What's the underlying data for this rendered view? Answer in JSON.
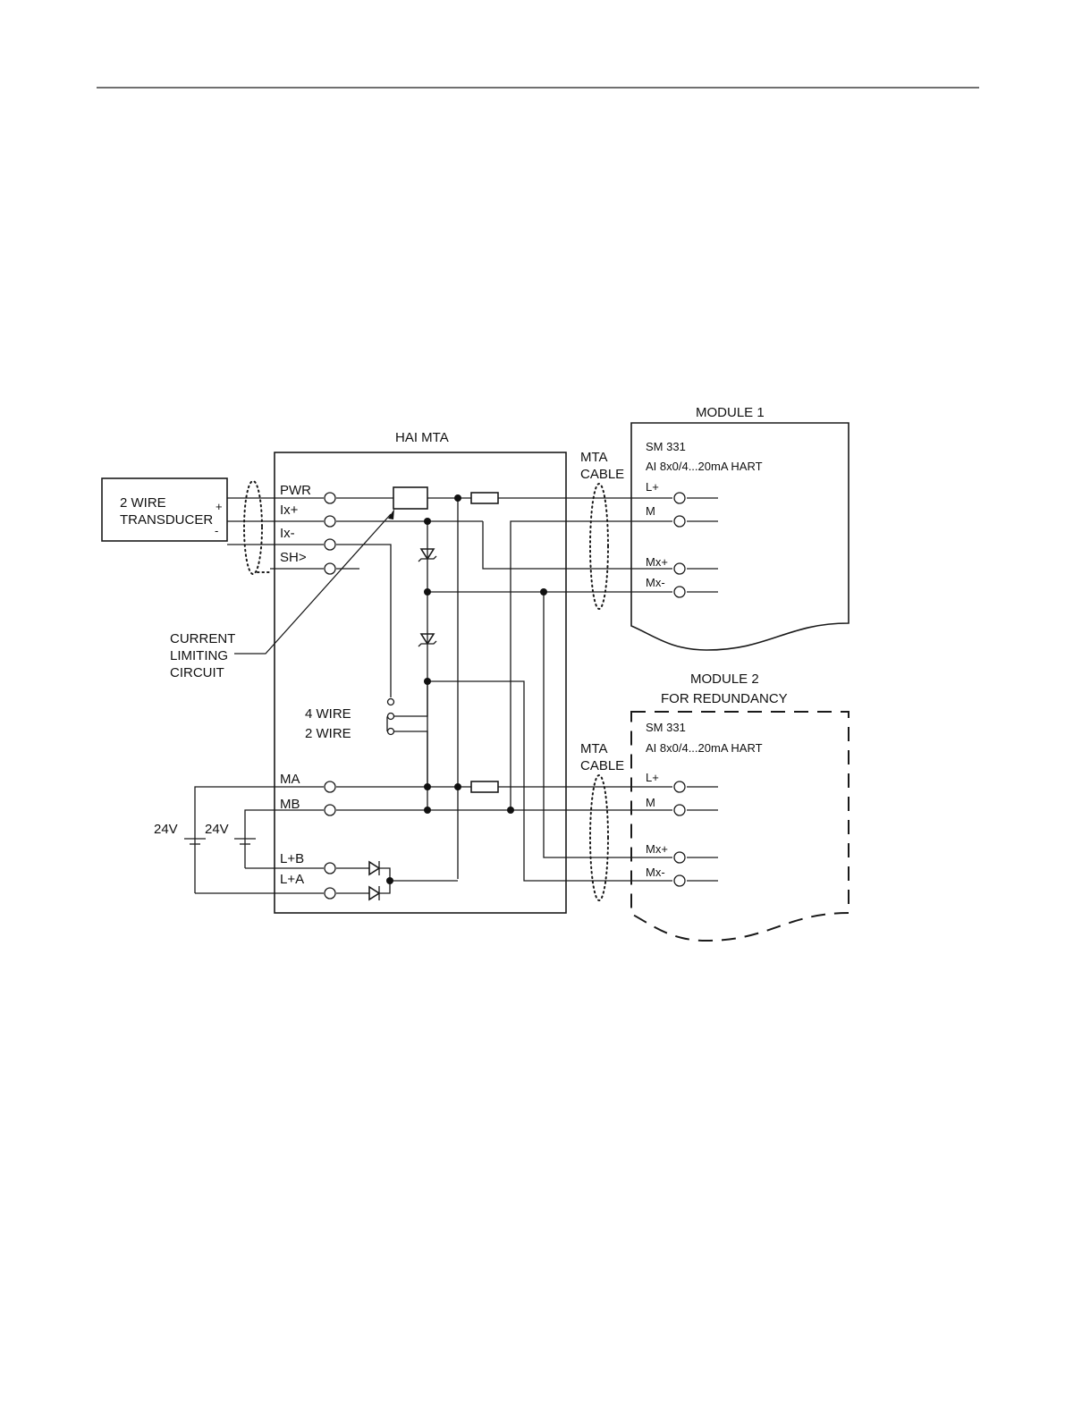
{
  "transducer": {
    "line1": "2 WIRE",
    "line2": "TRANSDUCER",
    "plus": "+",
    "minus": "-"
  },
  "hai_mta": {
    "title": "HAI MTA",
    "terminals": [
      "PWR",
      "Ix+",
      "Ix-",
      "SH>",
      "MA",
      "MB",
      "L+B",
      "L+A"
    ],
    "wire_mode": [
      "4 WIRE",
      "2 WIRE"
    ]
  },
  "current_limiting": [
    "CURRENT",
    "LIMITING",
    "CIRCUIT"
  ],
  "mta_cable": [
    "MTA",
    "CABLE"
  ],
  "module1": {
    "title": "MODULE 1",
    "model": "SM 331",
    "type": "AI 8x0/4...20mA HART",
    "terminals": [
      "L+",
      "M",
      "Mx+",
      "Mx-"
    ]
  },
  "module2": {
    "title": "MODULE 2",
    "subtitle": "FOR REDUNDANCY",
    "model": "SM 331",
    "type": "AI 8x0/4...20mA HART",
    "terminals": [
      "L+",
      "M",
      "Mx+",
      "Mx-"
    ]
  },
  "supply": {
    "left": "24V",
    "right": "24V"
  }
}
